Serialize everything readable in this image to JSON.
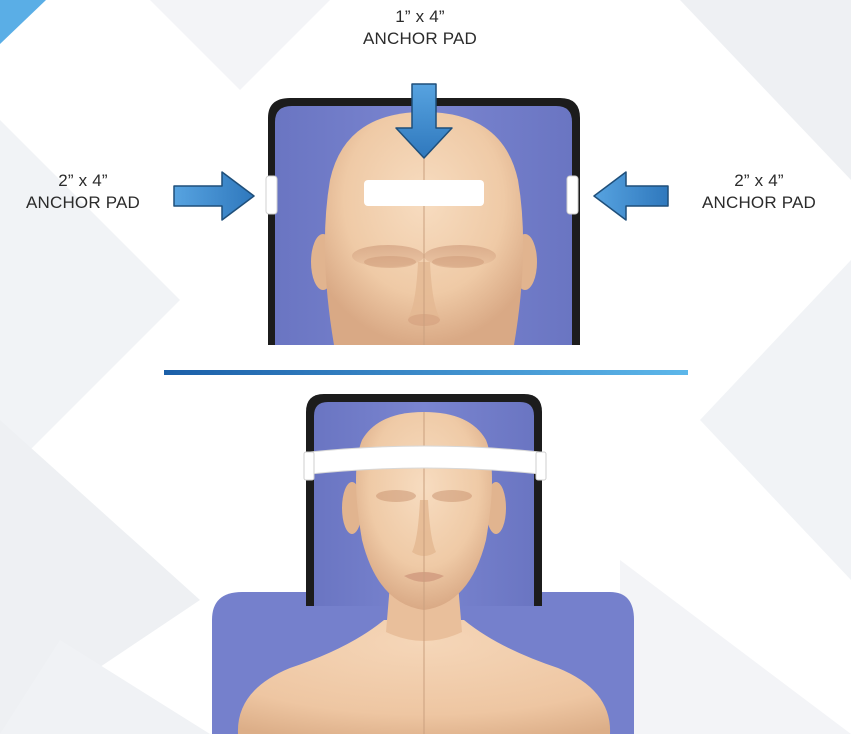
{
  "labels": {
    "top": {
      "size": "1” x 4”",
      "name": "ANCHOR PAD"
    },
    "left": {
      "size": "2” x 4”",
      "name": "ANCHOR PAD"
    },
    "right": {
      "size": "2” x 4”",
      "name": "ANCHOR PAD"
    }
  },
  "colors": {
    "background": "#ffffff",
    "watermark": "#eef0f3",
    "corner_accent": "#5aaee6",
    "arrow_fill": "#3f8bd0",
    "arrow_stroke": "#1f4f7a",
    "pad_blue": "#7580cc",
    "pad_blue_dark": "#5d68b4",
    "pad_frame": "#1c1c1c",
    "skin": "#f1cfae",
    "skin_shadow": "#d9a985",
    "anchor_pad": "#ffffff",
    "divider_start": "#1b5fa8",
    "divider_end": "#5db7ea"
  },
  "icons": [
    "arrow-down-icon",
    "arrow-right-icon",
    "arrow-left-icon"
  ]
}
